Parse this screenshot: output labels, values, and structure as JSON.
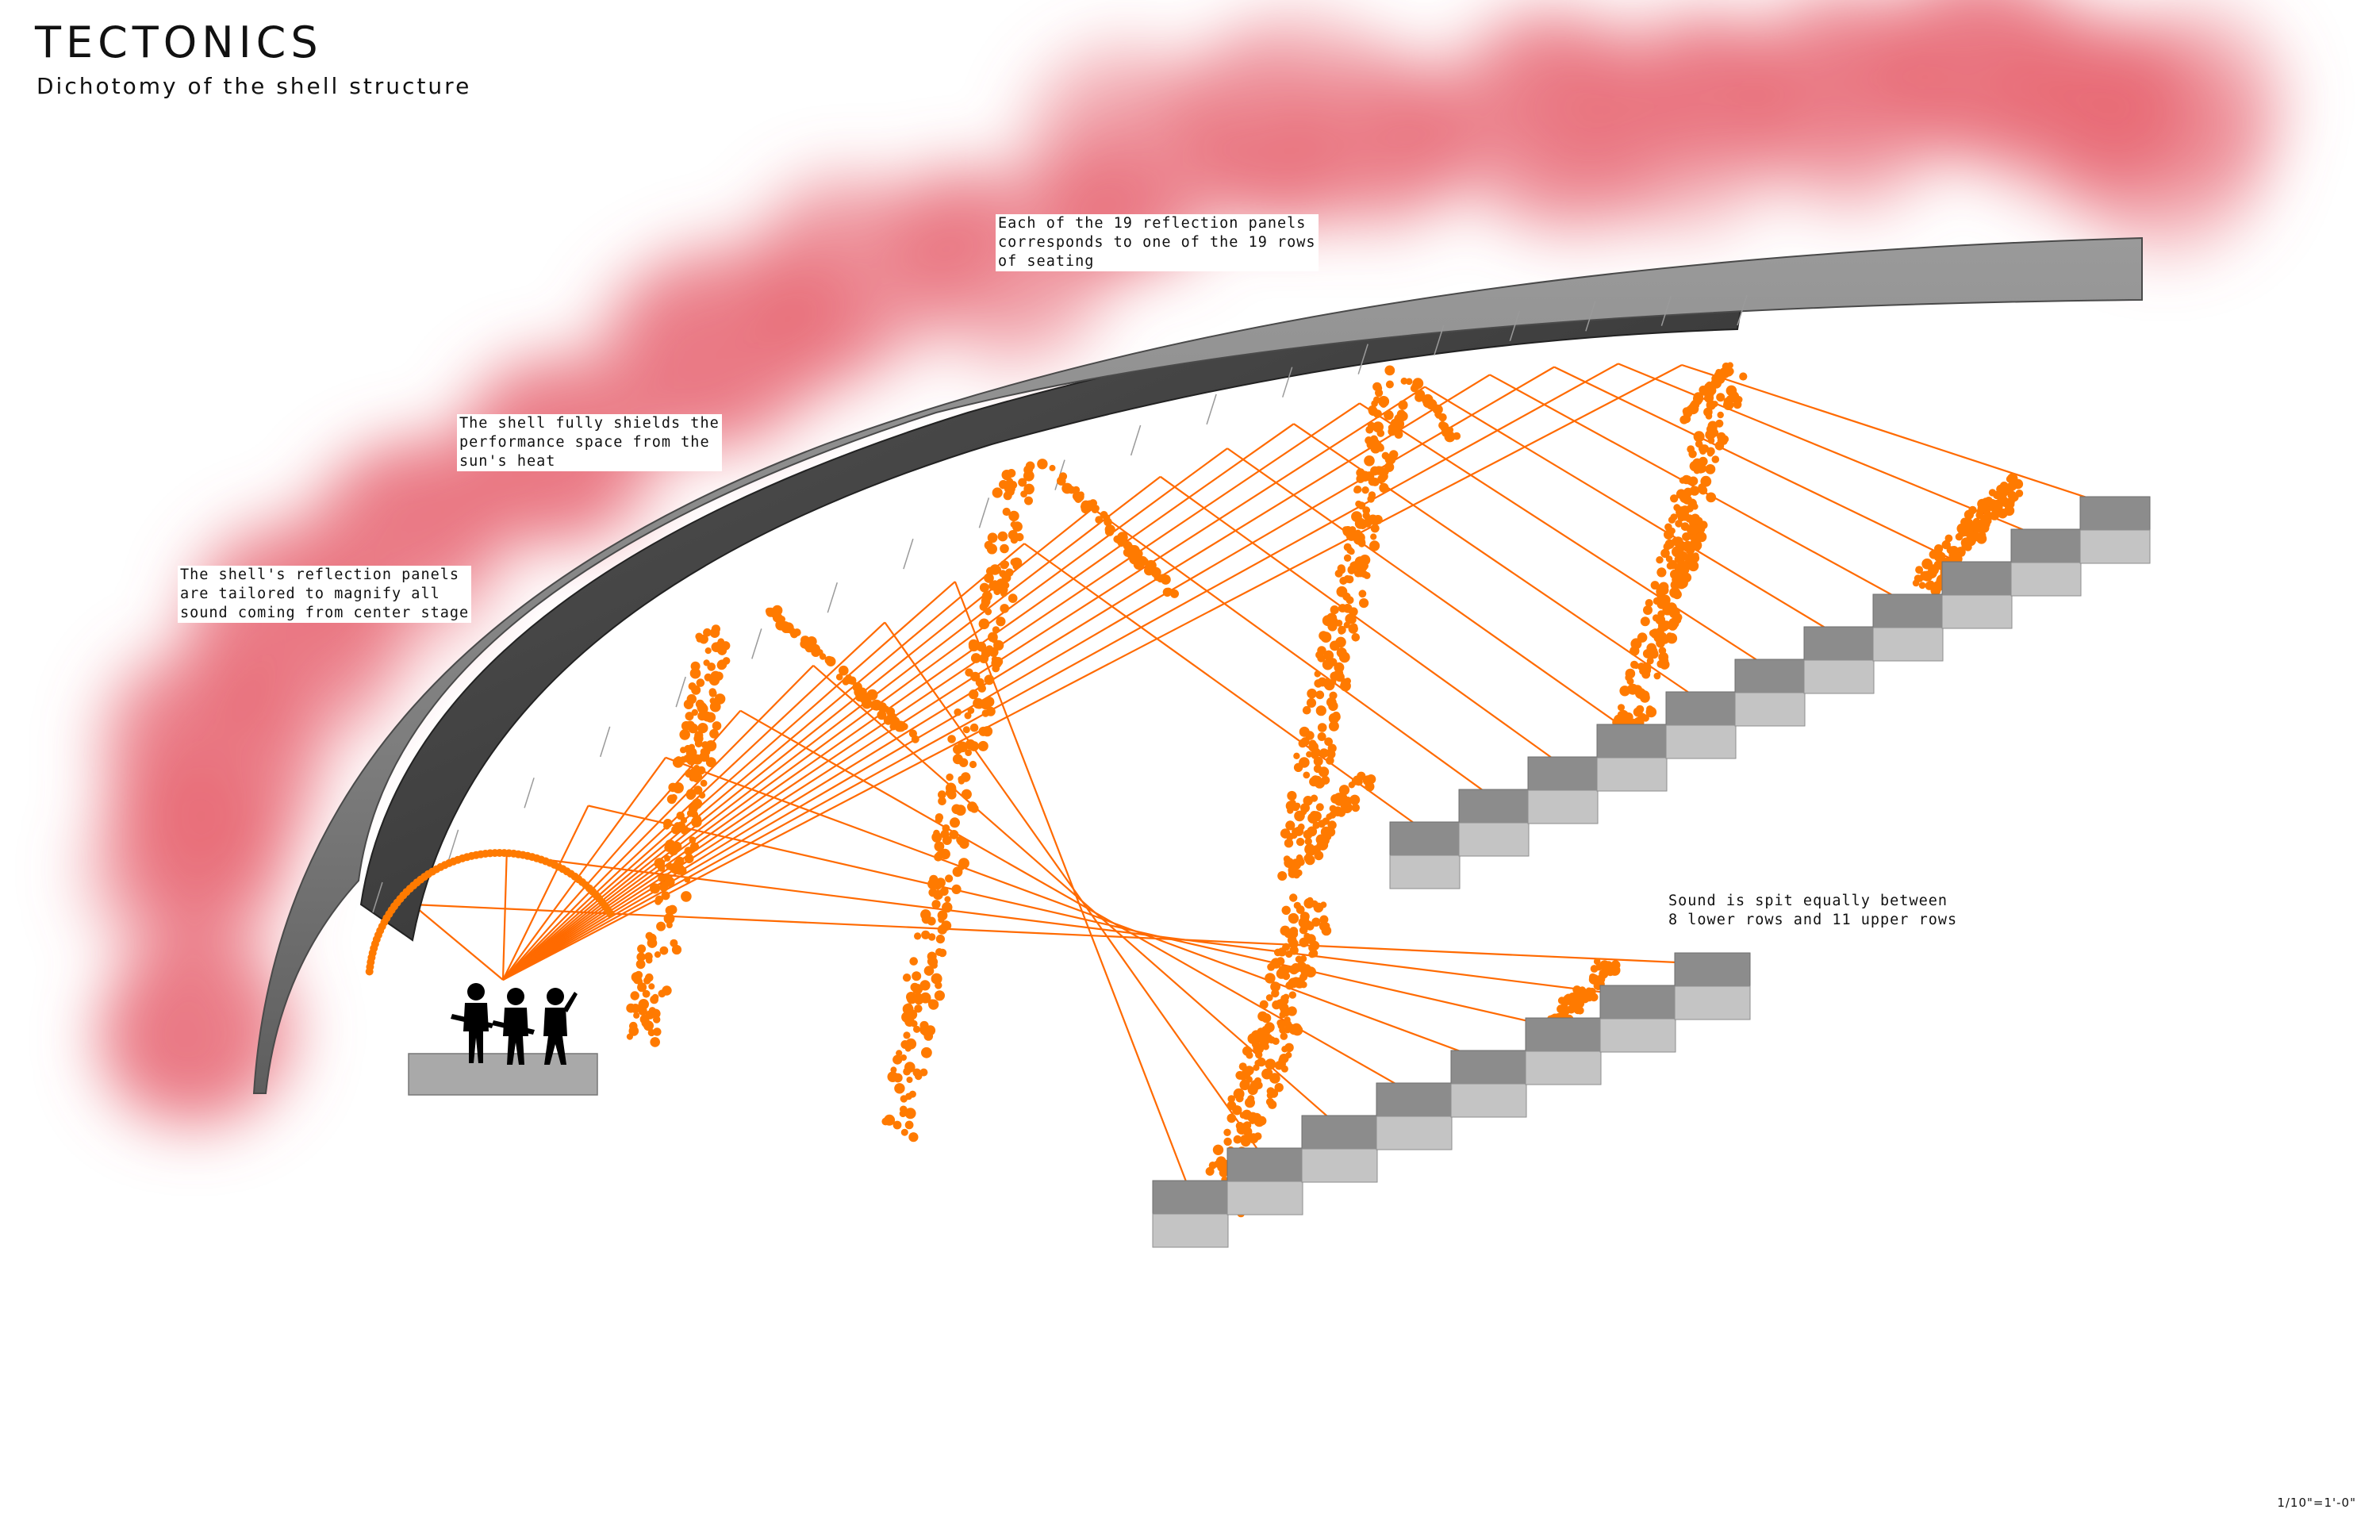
{
  "header": {
    "title": "TECTONICS",
    "subtitle": "Dichotomy of the shell structure"
  },
  "annotations": {
    "panels": "Each of the 19 reflection panels\ncorresponds to one of the 19 rows\nof seating",
    "shield": "The shell fully shields the\nperformance space from the\nsun's heat",
    "reflection": "The shell's reflection panels\nare tailored to magnify all\nsound coming from center stage",
    "split": "Sound is spit equally between\n8 lower rows and 11 upper rows"
  },
  "scale": "1/10\"=1'-0\"",
  "colors": {
    "clouds": "#e86a74",
    "sound": "#ff7a00",
    "rays": "#ff6a00",
    "shell": "#8a8a8a",
    "panels": "#3a3a3a",
    "steps_top": "#8c8c8c",
    "steps_riser": "#c4c4c4"
  },
  "seating": {
    "reflection_panels": 19,
    "rows_total": 19,
    "rows_lower": 8,
    "rows_upper": 11
  },
  "icons": [
    "performer-silhouette",
    "performer-silhouette",
    "performer-silhouette"
  ]
}
